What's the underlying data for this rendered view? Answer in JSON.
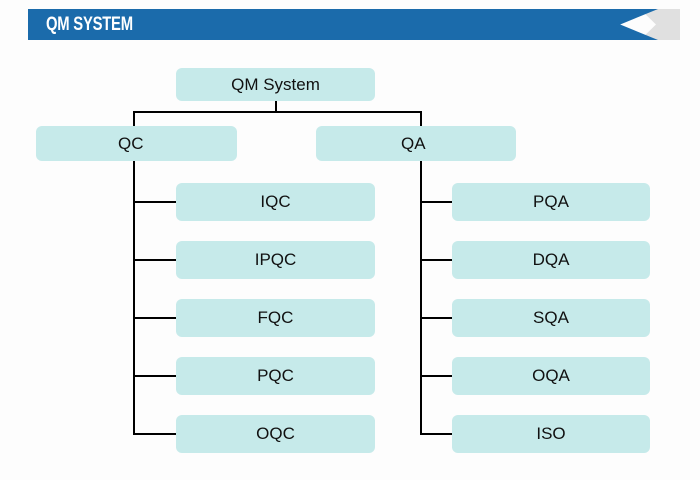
{
  "header": {
    "title": "QM SYSTEM",
    "bar_color": "#1b6bab",
    "tail_color": "#e0e0e0",
    "text_color": "#ffffff"
  },
  "diagram": {
    "type": "org-chart",
    "node_fill": "#c6eaea",
    "connector_color": "#000000",
    "root": {
      "label": "QM System"
    },
    "branches": [
      {
        "label": "QC",
        "side": "left",
        "children": [
          {
            "label": "IQC"
          },
          {
            "label": "IPQC"
          },
          {
            "label": "FQC"
          },
          {
            "label": "PQC"
          },
          {
            "label": "OQC"
          }
        ]
      },
      {
        "label": "QA",
        "side": "right",
        "children": [
          {
            "label": "PQA"
          },
          {
            "label": "DQA"
          },
          {
            "label": "SQA"
          },
          {
            "label": "OQA"
          },
          {
            "label": "ISO"
          }
        ]
      }
    ]
  }
}
